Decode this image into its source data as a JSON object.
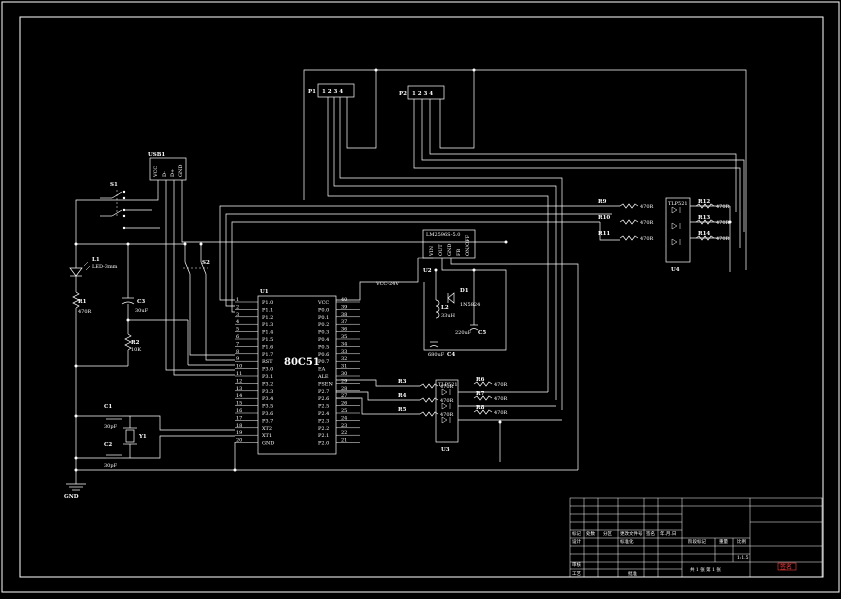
{
  "components": {
    "u1": {
      "ref": "U1",
      "part": "80C51",
      "left_pins": [
        {
          "num": "1",
          "name": "P1.0"
        },
        {
          "num": "2",
          "name": "P1.1"
        },
        {
          "num": "3",
          "name": "P1.2"
        },
        {
          "num": "4",
          "name": "P1.3"
        },
        {
          "num": "5",
          "name": "P1.4"
        },
        {
          "num": "6",
          "name": "P1.5"
        },
        {
          "num": "7",
          "name": "P1.6"
        },
        {
          "num": "8",
          "name": "P1.7"
        },
        {
          "num": "9",
          "name": "RST"
        },
        {
          "num": "10",
          "name": "P3.0"
        },
        {
          "num": "11",
          "name": "P3.1"
        },
        {
          "num": "12",
          "name": "P3.2"
        },
        {
          "num": "13",
          "name": "P3.3"
        },
        {
          "num": "14",
          "name": "P3.4"
        },
        {
          "num": "15",
          "name": "P3.5"
        },
        {
          "num": "16",
          "name": "P3.6"
        },
        {
          "num": "17",
          "name": "P3.7"
        },
        {
          "num": "18",
          "name": "XT2"
        },
        {
          "num": "19",
          "name": "XT1"
        },
        {
          "num": "20",
          "name": "GND"
        }
      ],
      "right_pins": [
        {
          "num": "40",
          "name": "VCC"
        },
        {
          "num": "39",
          "name": "P0.0"
        },
        {
          "num": "38",
          "name": "P0.1"
        },
        {
          "num": "37",
          "name": "P0.2"
        },
        {
          "num": "36",
          "name": "P0.3"
        },
        {
          "num": "35",
          "name": "P0.4"
        },
        {
          "num": "34",
          "name": "P0.5"
        },
        {
          "num": "33",
          "name": "P0.6"
        },
        {
          "num": "32",
          "name": "P0.7"
        },
        {
          "num": "31",
          "name": "EA"
        },
        {
          "num": "30",
          "name": "ALE"
        },
        {
          "num": "29",
          "name": "PSEN"
        },
        {
          "num": "28",
          "name": "P2.7"
        },
        {
          "num": "27",
          "name": "P2.6"
        },
        {
          "num": "26",
          "name": "P2.5"
        },
        {
          "num": "25",
          "name": "P2.4"
        },
        {
          "num": "24",
          "name": "P2.3"
        },
        {
          "num": "23",
          "name": "P2.2"
        },
        {
          "num": "22",
          "name": "P2.1"
        },
        {
          "num": "21",
          "name": "P2.0"
        }
      ]
    },
    "p1": {
      "ref": "P1",
      "pins": "1 2 3 4"
    },
    "p2": {
      "ref": "P2",
      "pins": "1 2 3 4"
    },
    "usb": {
      "ref": "USB1",
      "pins": [
        "VCC",
        "D-",
        "D+",
        "GND"
      ]
    },
    "s1": {
      "ref": "S1"
    },
    "s2": {
      "ref": "S2"
    },
    "l1": {
      "ref": "L1",
      "value": "LED-3mm"
    },
    "r1": {
      "ref": "R1",
      "value": "470R"
    },
    "c3": {
      "ref": "C3",
      "value": "30uF"
    },
    "r2": {
      "ref": "R2",
      "value": "10K"
    },
    "c1": {
      "ref": "C1",
      "value": "30pF"
    },
    "c2": {
      "ref": "C2",
      "value": "30pF"
    },
    "y1": {
      "ref": "Y1"
    },
    "gnd": {
      "label": "GND"
    },
    "u2": {
      "ref": "U2",
      "part": "LM2596S-5.0",
      "vcc_label": "VCC-24V",
      "pins": [
        "VIN",
        "OUT",
        "GND",
        "FB",
        "ON/OFF"
      ]
    },
    "d1": {
      "ref": "D1",
      "value": "1N5824"
    },
    "l2": {
      "ref": "L2",
      "value": "33uH"
    },
    "c5": {
      "ref": "C5",
      "value": "220uF"
    },
    "c4": {
      "ref": "C4",
      "value": "680uF"
    },
    "u3": {
      "ref": "U3",
      "header": "TLP521"
    },
    "u4": {
      "ref": "U4",
      "header": "TLP521"
    },
    "resistors": [
      {
        "ref": "R3",
        "value": "470R"
      },
      {
        "ref": "R4",
        "value": "470R"
      },
      {
        "ref": "R5",
        "value": "470R"
      },
      {
        "ref": "R6",
        "value": "470R"
      },
      {
        "ref": "R7",
        "value": "470R"
      },
      {
        "ref": "R8",
        "value": "470R"
      },
      {
        "ref": "R9",
        "value": "470R"
      },
      {
        "ref": "R10",
        "value": "470R"
      },
      {
        "ref": "R11",
        "value": "470R"
      },
      {
        "ref": "R12",
        "value": "470R"
      },
      {
        "ref": "R13",
        "value": "470R"
      },
      {
        "ref": "R14",
        "value": "470R"
      }
    ]
  },
  "title_block": {
    "row_a": [
      "标记",
      "处数",
      "分区",
      "更改文件号",
      "签名",
      "年.月.日"
    ],
    "row_b": [
      "设计",
      "标准化",
      "阶段标记",
      "重量",
      "比例"
    ],
    "row_c": [
      "审核"
    ],
    "row_d": [
      "工艺",
      "批准",
      "共 1 张 第 1 张"
    ],
    "scale": "1:1.5",
    "stamp": "签名"
  },
  "colors": {
    "background": "#000000",
    "lines": "#ffffff",
    "stamp": "#ff3b3b"
  }
}
